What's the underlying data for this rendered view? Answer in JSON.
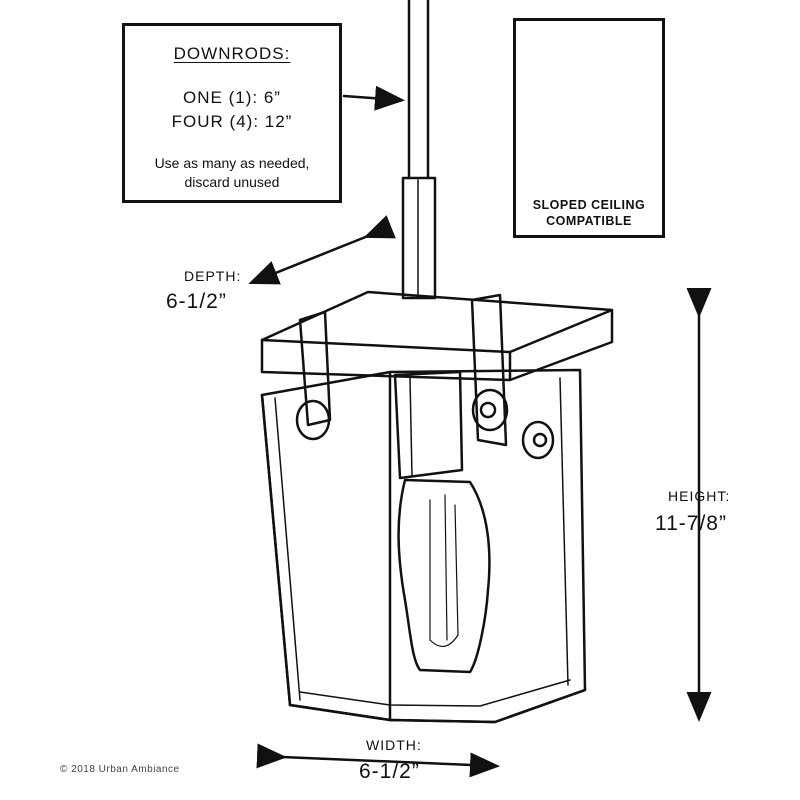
{
  "downrods": {
    "title": "DOWNRODS:",
    "line1": "ONE (1): 6”",
    "line2": "FOUR (4): 12”",
    "note1": "Use as many as needed,",
    "note2": "discard unused"
  },
  "sloped_ceiling": {
    "line1": "SLOPED CEILING",
    "line2": "COMPATIBLE"
  },
  "depth": {
    "label": "DEPTH:",
    "value": "6-1/2”"
  },
  "height": {
    "label": "HEIGHT:",
    "value": "11-7/8”"
  },
  "width": {
    "label": "WIDTH:",
    "value": "6-1/2”"
  },
  "copyright": "© 2018 Urban Ambiance"
}
